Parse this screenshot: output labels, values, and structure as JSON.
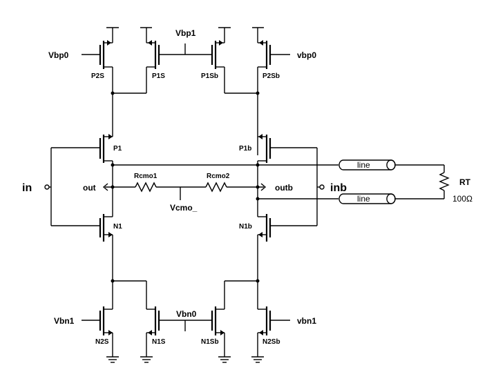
{
  "transistors": {
    "p2s": "P2S",
    "p1s": "P1S",
    "p1sb": "P1Sb",
    "p2sb": "P2Sb",
    "p1": "P1",
    "p1b": "P1b",
    "n1": "N1",
    "n1b": "N1b",
    "n2s": "N2S",
    "n1s": "N1S",
    "n1sb": "N1Sb",
    "n2sb": "N2Sb"
  },
  "bias": {
    "vbp0_left": "Vbp0",
    "vbp1": "Vbp1",
    "vbp0_right": "vbp0",
    "vbn1_left": "Vbn1",
    "vbn0": "Vbn0",
    "vbn1_right": "vbn1"
  },
  "nodes": {
    "in": "in",
    "out": "out",
    "outb": "outb",
    "inb": "inb",
    "vcmo": "Vcmo_"
  },
  "resistors": {
    "rcmo1": "Rcmo1",
    "rcmo2": "Rcmo2"
  },
  "lines": {
    "line_top": "line",
    "line_bottom": "line"
  },
  "termination": {
    "name": "RT",
    "value": "100Ω"
  }
}
